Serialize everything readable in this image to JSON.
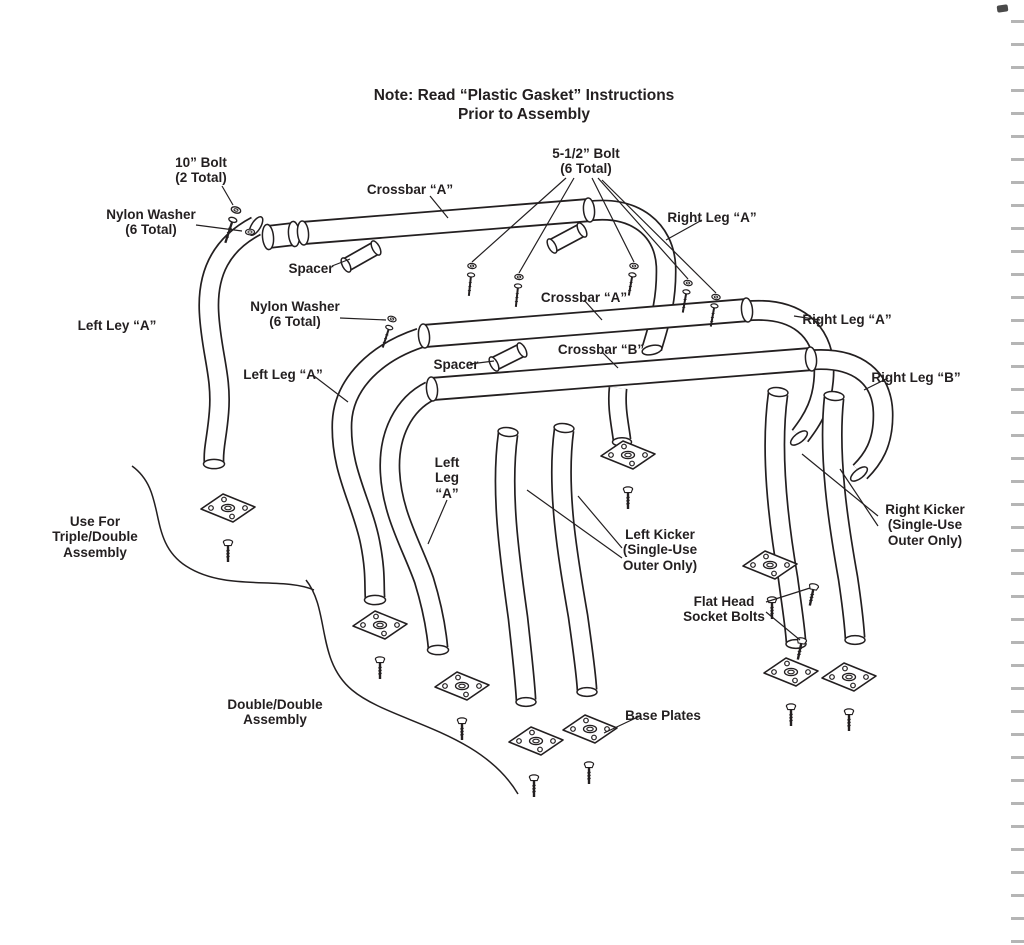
{
  "colors": {
    "ink": "#231f20",
    "background": "#ffffff"
  },
  "note_title": "Note: Read “Plastic Gasket” Instructions\nPrior to Assembly",
  "labels": {
    "bolt_10in": "10” Bolt\n(2 Total)",
    "nylon_washer_top": "Nylon Washer\n(6 Total)",
    "left_ley_a": "Left Ley “A”",
    "use_for_triple_double": "Use For\nTriple/Double\nAssembly",
    "crossbar_a_top": "Crossbar “A”",
    "spacer_top": "Spacer",
    "bolt_5_half": "5-1/2” Bolt\n(6 Total)",
    "right_leg_a_top": "Right Leg “A”",
    "crossbar_a_mid": "Crossbar “A”",
    "nylon_washer_mid": "Nylon Washer\n(6 Total)",
    "right_leg_a_mid": "Right Leg “A”",
    "crossbar_b": "Crossbar “B”",
    "left_leg_a_mid": "Left Leg “A”",
    "spacer_mid": "Spacer",
    "right_leg_b": "Right Leg “B”",
    "left_leg_a_lower": "Left\nLeg\n“A”",
    "left_kicker": "Left Kicker\n(Single-Use\nOuter Only)",
    "right_kicker": "Right Kicker\n(Single-Use\nOuter Only)",
    "flat_head_socket_bolts": "Flat Head\nSocket Bolts",
    "double_double_assembly": "Double/Double\nAssembly",
    "base_plates": "Base Plates"
  },
  "icons": {
    "base_plate": "base-plate-icon",
    "bolt": "bolt-icon",
    "washer": "washer-icon"
  }
}
